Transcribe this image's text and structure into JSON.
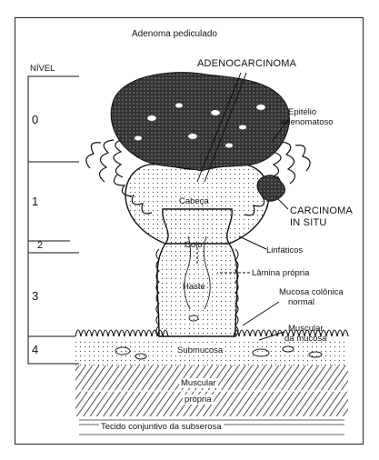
{
  "title": "Adenoma pediculado",
  "level_header": "NÍVEL",
  "levels": [
    "0",
    "1",
    "2",
    "3",
    "4"
  ],
  "labels": {
    "adenocarcinoma": "ADENOCARCINOMA",
    "epitelio_line1": "Epitélio",
    "epitelio_line2": "adenomatoso",
    "carcinoma_line1": "CARCINOMA",
    "carcinoma_line2": "IN SITU",
    "linfaticos": "Linfáticos",
    "lamina": "Lâmina própria",
    "mucosa_line1": "Mucosa colônica",
    "mucosa_line2": "normal",
    "muscular_mucosa_line1": "Muscular",
    "muscular_mucosa_line2": "da mucosa",
    "cabeca": "Cabeça",
    "colo": "Colo",
    "haste": "Haste",
    "submucosa": "Submucosa",
    "muscular_propria_line1": "Muscular",
    "muscular_propria_line2": "própria",
    "subserosa": "Tecido conjuntivo da subserosa"
  }
}
